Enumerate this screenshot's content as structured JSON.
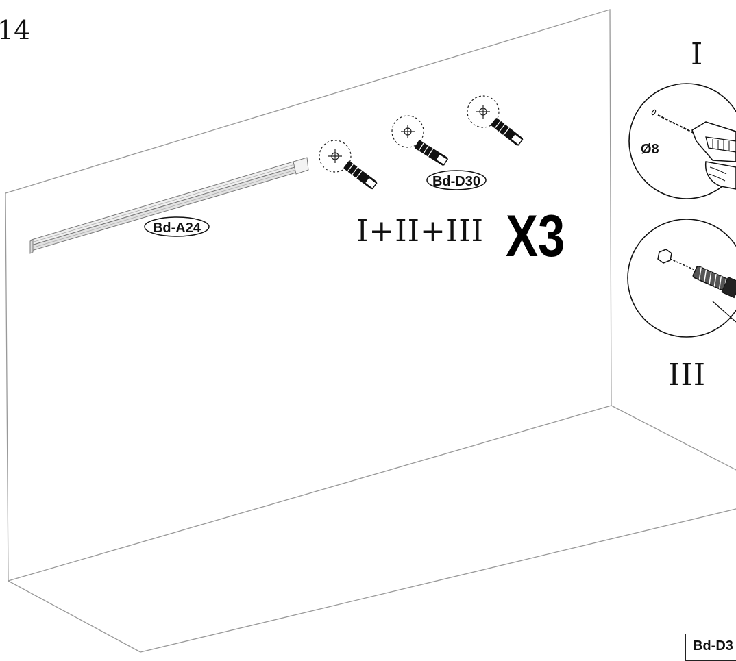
{
  "step": {
    "number": "14"
  },
  "labels": {
    "rail_part": "Bd-A24",
    "anchor_part": "Bd-D30",
    "drill_size": "Ø8",
    "sequence": "I+II+III",
    "quantity": "X3",
    "step_one": "I",
    "step_three": "III",
    "corner_part": "Bd-D3"
  },
  "colors": {
    "ink": "#111111",
    "wall_line": "#999999",
    "rail_fill": "#e6e6e6"
  },
  "icons": [
    "crosshair-icon",
    "wall-plug-icon",
    "drill-icon",
    "screw-icon"
  ]
}
